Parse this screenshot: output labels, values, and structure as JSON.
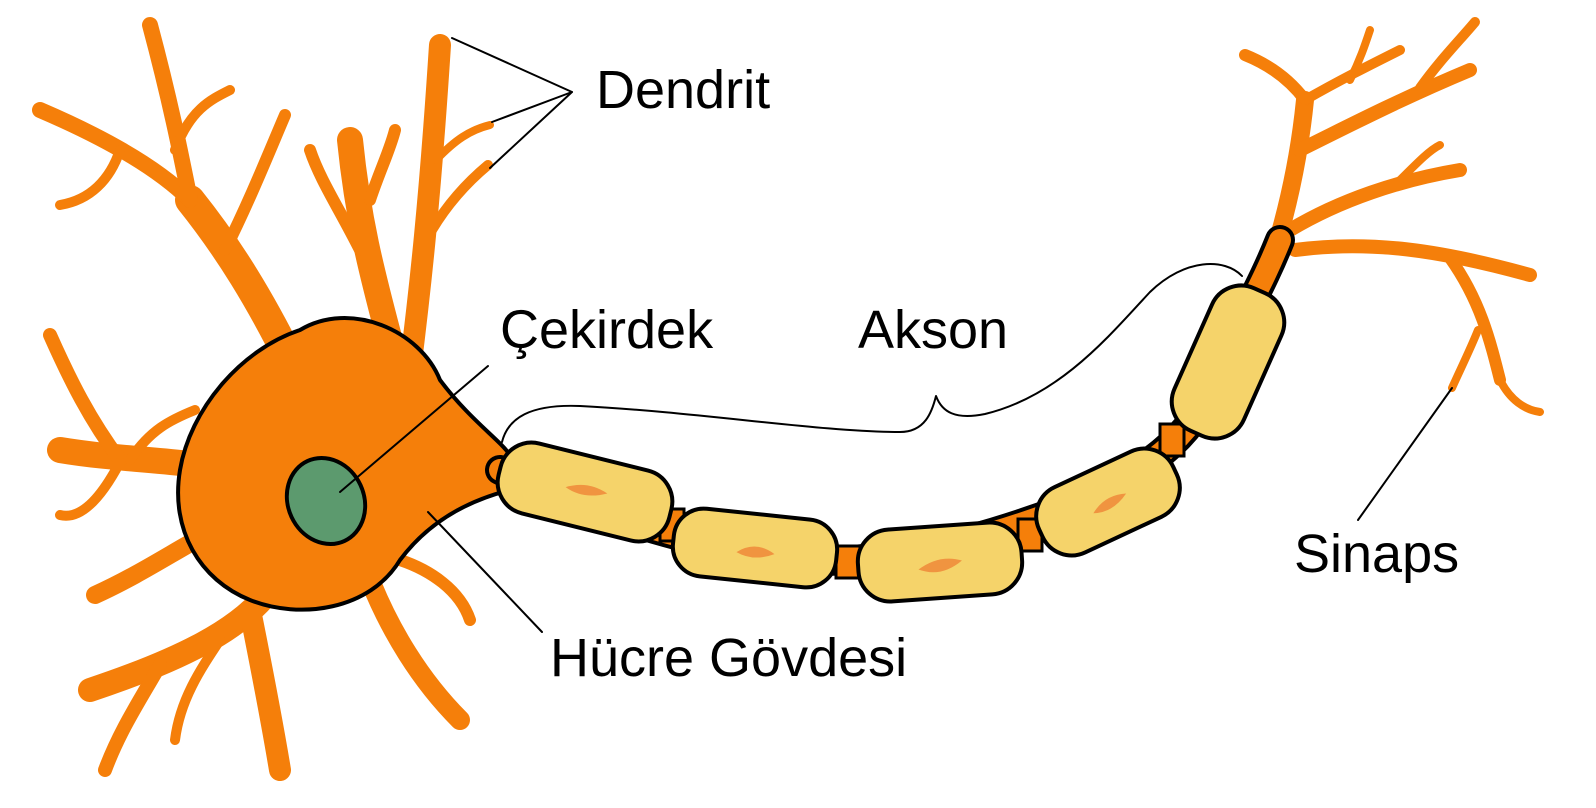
{
  "labels": {
    "dendrite": "Dendrit",
    "nucleus": "Çekirdek",
    "axon": "Akson",
    "cell_body": "Hücre Gövdesi",
    "synapse": "Sinaps"
  },
  "colors": {
    "neuron_body": "#f57f0a",
    "myelin_sheath": "#f5d36a",
    "sheath_nucleus": "#f09440",
    "nucleus": "#5c9a6e",
    "outline": "#000000",
    "background": "#ffffff"
  }
}
